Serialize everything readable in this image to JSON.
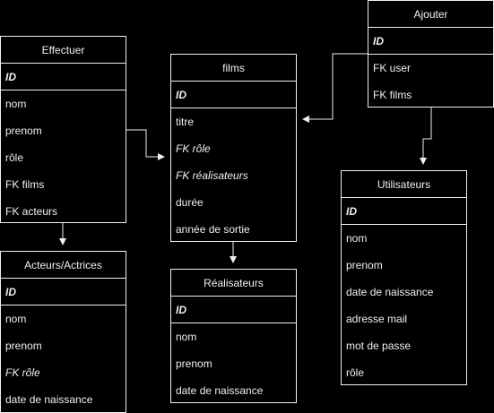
{
  "colors": {
    "background": "#000000",
    "stroke": "#f0f0f0",
    "text": "#f0f0f0"
  },
  "entities": {
    "effectuer": {
      "title": "Effectuer",
      "fields": [
        "ID",
        "nom",
        "prenom",
        "rôle",
        "FK films",
        "FK acteurs"
      ]
    },
    "films": {
      "title": "films",
      "fields": [
        "ID",
        "titre",
        "FK rôle",
        "FK réalisateurs",
        "durée",
        "année de sortie"
      ]
    },
    "ajouter": {
      "title": "Ajouter",
      "fields": [
        "ID",
        "FK user",
        "FK films"
      ]
    },
    "utilisateurs": {
      "title": "Utilisateurs",
      "fields": [
        "ID",
        "nom",
        "prenom",
        "date de naissance",
        "adresse mail",
        "mot de passe",
        "rôle"
      ]
    },
    "acteurs": {
      "title": "Acteurs/Actrices",
      "fields": [
        "ID",
        "nom",
        "prenom",
        "FK rôle",
        "date de naissance"
      ]
    },
    "realisateurs": {
      "title": "Réalisateurs",
      "fields": [
        "ID",
        "nom",
        "prenom",
        "date de naissance"
      ]
    }
  },
  "connectors": [
    {
      "from": "effectuer",
      "to": "films"
    },
    {
      "from": "effectuer",
      "to": "acteurs"
    },
    {
      "from": "films",
      "to": "realisateurs"
    },
    {
      "from": "ajouter",
      "to": "films"
    },
    {
      "from": "ajouter",
      "to": "utilisateurs"
    }
  ]
}
